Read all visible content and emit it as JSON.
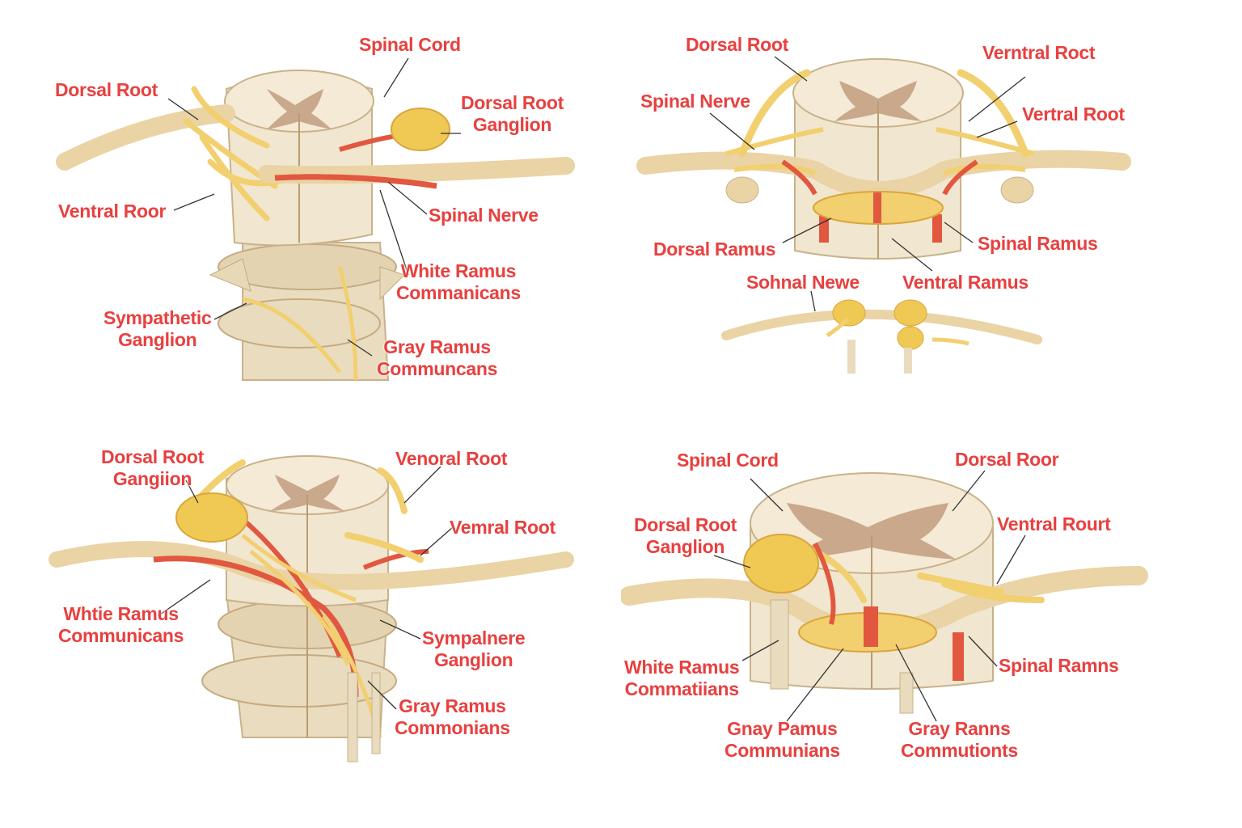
{
  "panels": [
    {
      "labels": {
        "spinal_cord": "Spinal Cord",
        "dorsal_root": "Dorsal Root",
        "dorsal_root_ganglion": [
          "Dorsal Root",
          "Ganglion"
        ],
        "ventral_root": "Ventral Roor",
        "spinal_nerve": "Spinal Nerve",
        "white_ramus": [
          "White Ramus",
          "Commanicans"
        ],
        "sympathetic_ganglion": [
          "Sympathetic",
          "Ganglion"
        ],
        "gray_ramus": [
          "Gray Ramus",
          "Communcans"
        ]
      }
    },
    {
      "labels": {
        "dorsal_root": "Dorsal Root",
        "verntral_root": "Verntral Roct",
        "spinal_nerve": "Spinal Nerve",
        "vertral_root": "Vertral Root",
        "dorsal_ramus": "Dorsal Ramus",
        "spinal_ramus": "Spinal Ramus",
        "sohnal_newe": "Sohnal Newe",
        "ventral_ramus": "Ventral Ramus"
      }
    },
    {
      "labels": {
        "dorsal_root_ganglion": [
          "Dorsal Root",
          "Gangiion"
        ],
        "venoral_root": "Venoral Root",
        "vemral_root": "Vemral Root",
        "white_ramus": [
          "Whtie Ramus",
          "Communicans"
        ],
        "sympathetic_ganglion": [
          "Sympalnere",
          "Ganglion"
        ],
        "gray_ramus": [
          "Gray Ramus",
          "Commonians"
        ]
      }
    },
    {
      "labels": {
        "spinal_cord": "Spinal Cord",
        "dorsal_roor": "Dorsal Roor",
        "dorsal_root_ganglion": [
          "Dorsal Root",
          "Ganglion"
        ],
        "ventral_rourt": "Ventral Rourt",
        "white_ramus": [
          "White Ramus",
          "Commatiians"
        ],
        "spinal_ramns": "Spinal Ramns",
        "gnay_pamus": [
          "Gnay Pamus",
          "Communians"
        ],
        "gray_ranns": [
          "Gray Ranns",
          "Commutionts"
        ]
      }
    }
  ],
  "colors": {
    "label": "#e8403f",
    "bone": "#f1e6cf",
    "bone_shade": "#d9c6a2",
    "gray_matter": "#c9a88c",
    "nerve": "#f2cf6f",
    "nerve_dark": "#d9a63c",
    "ganglion": "#f0c955",
    "artery": "#e2573f",
    "leader": "#333333"
  }
}
